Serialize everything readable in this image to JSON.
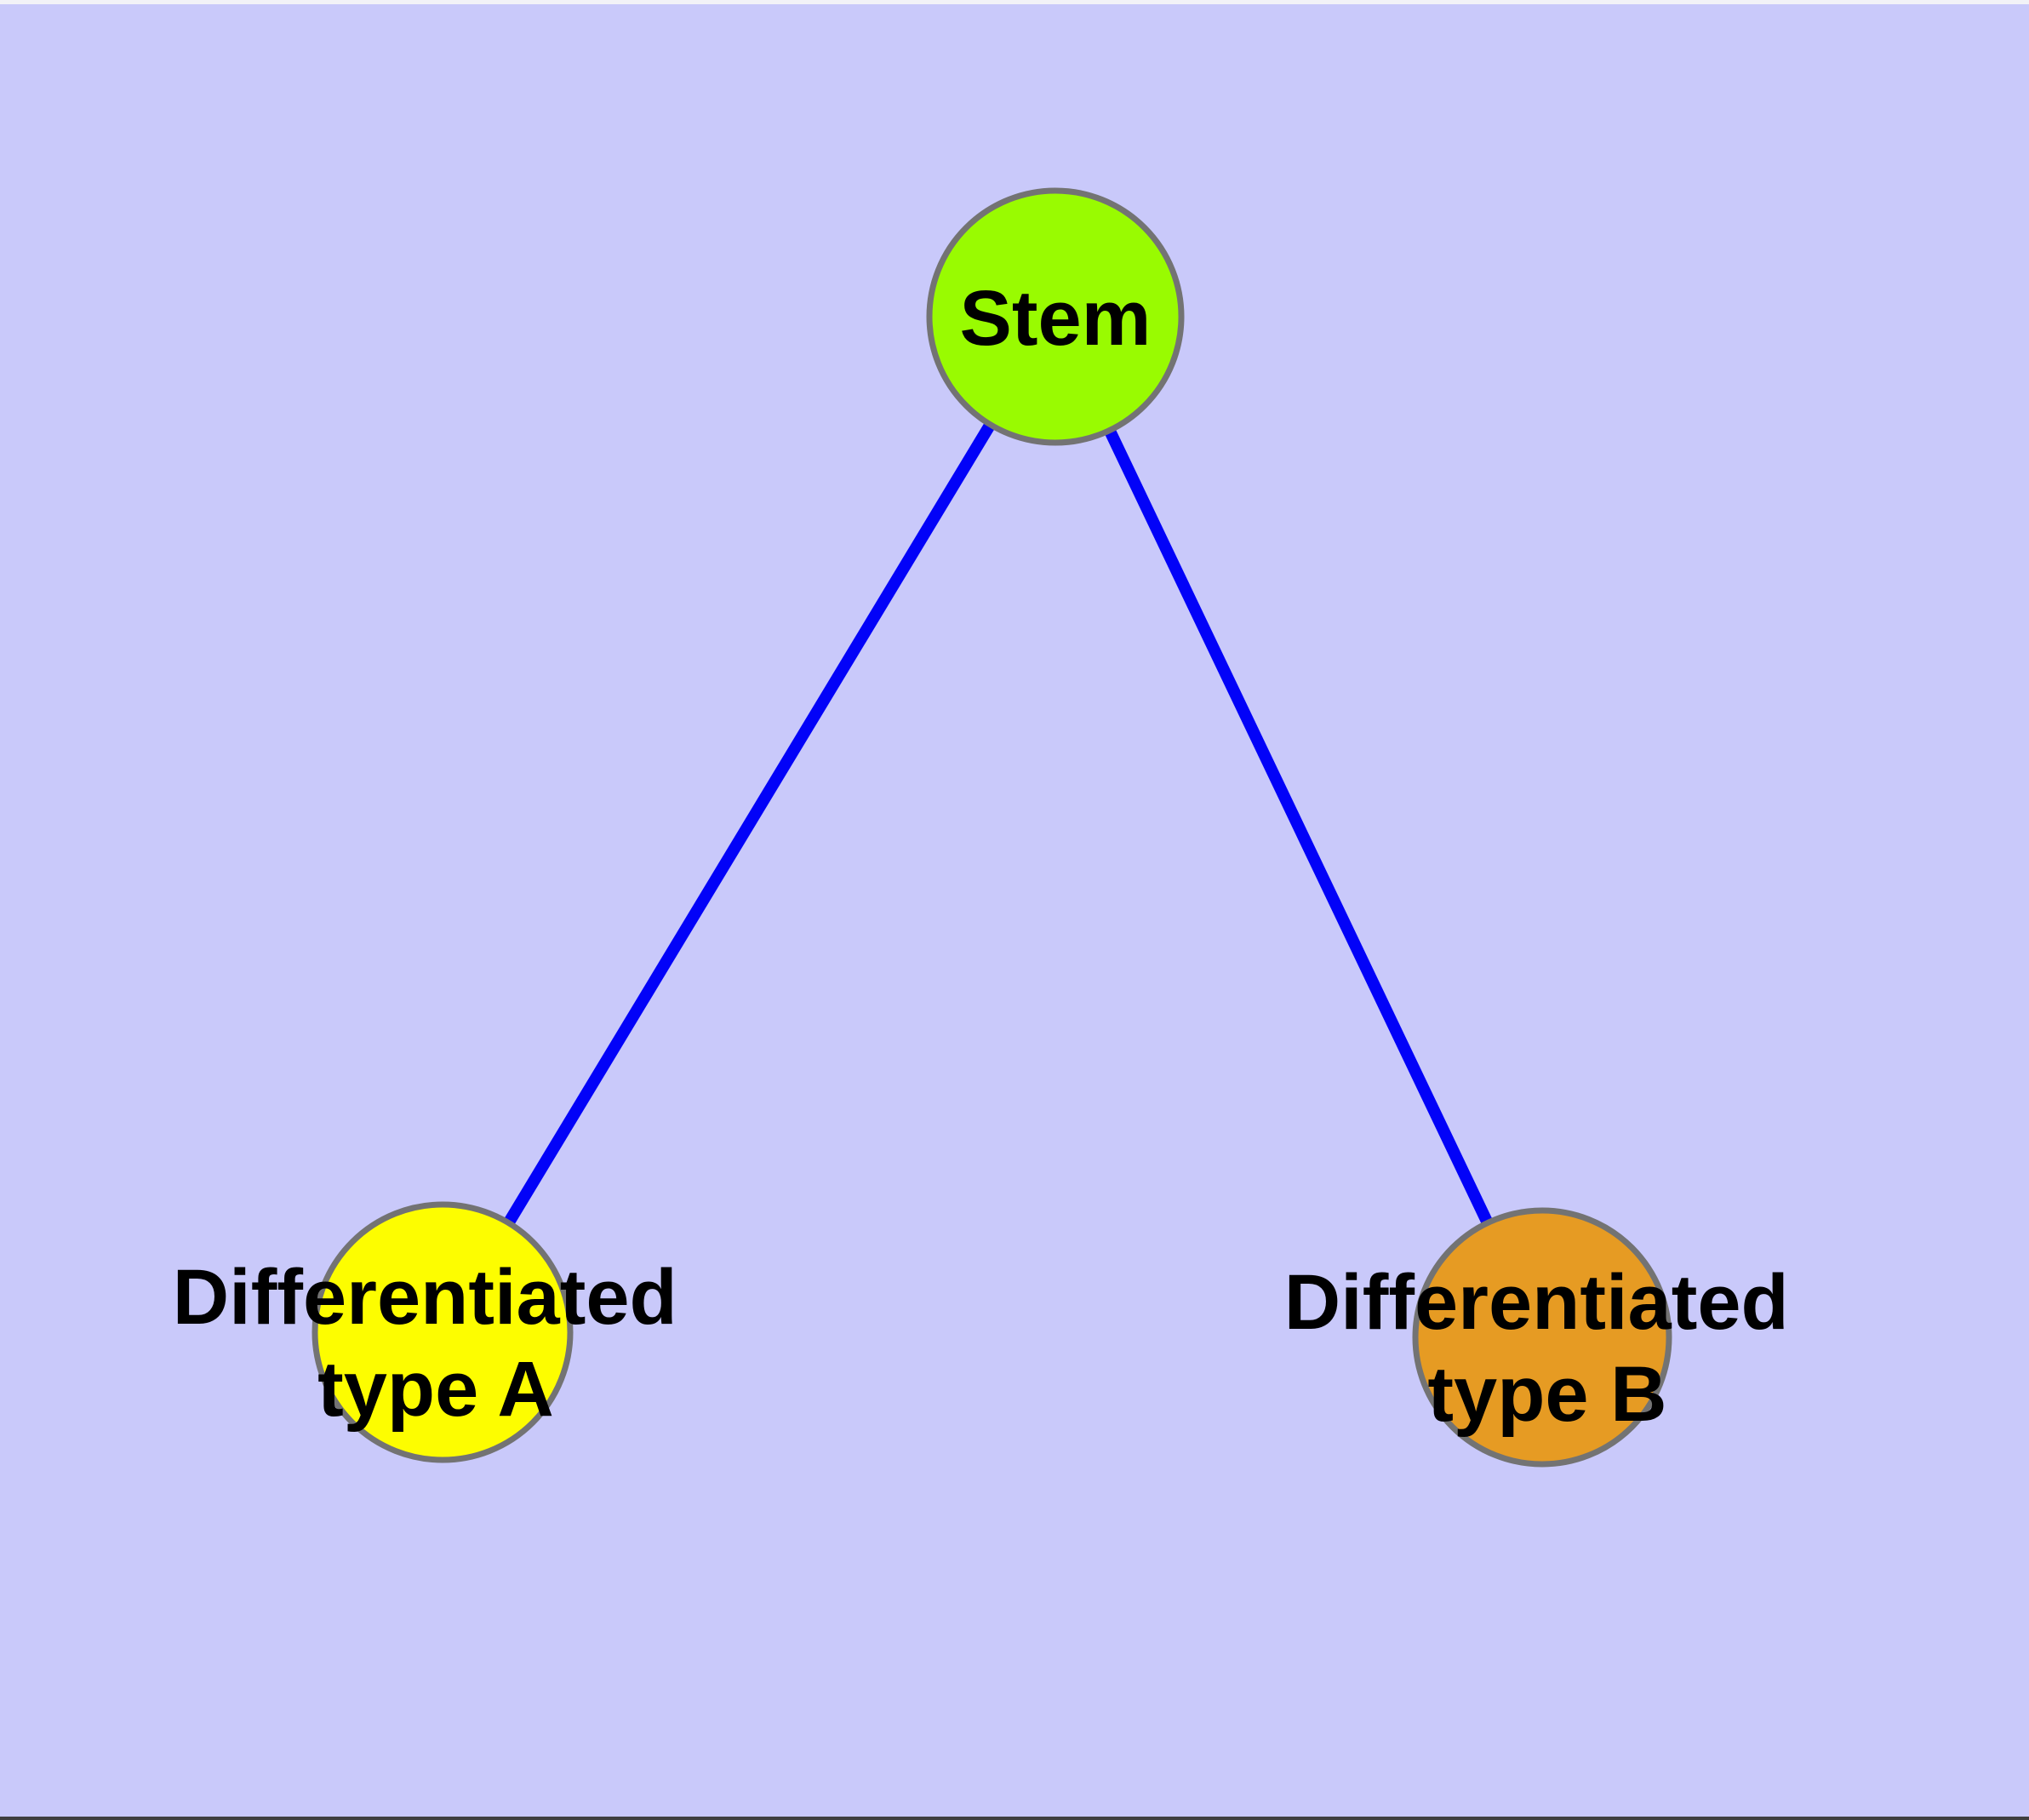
{
  "window": {
    "top_strip_color": "#f2f2f7",
    "bottom_edge_color": "#3f3f3f"
  },
  "diagram": {
    "background_color": "#c9c9fa",
    "edge_color": "#0202f8",
    "node_border_color": "#737373",
    "label_color": "#000000",
    "nodes": [
      {
        "id": "stem",
        "label": "Stem",
        "fill": "#99fb01"
      },
      {
        "id": "differentiated-type-a",
        "label_line1": "Differentiated",
        "label_line2": "type A",
        "fill": "#fdfd00"
      },
      {
        "id": "differentiated-type-b",
        "label_line1": "Differentiated",
        "label_line2": "type B",
        "fill": "#e69b23"
      }
    ],
    "edges": [
      {
        "from": "Stem",
        "to": "Differentiated type A"
      },
      {
        "from": "Stem",
        "to": "Differentiated type B"
      }
    ]
  }
}
